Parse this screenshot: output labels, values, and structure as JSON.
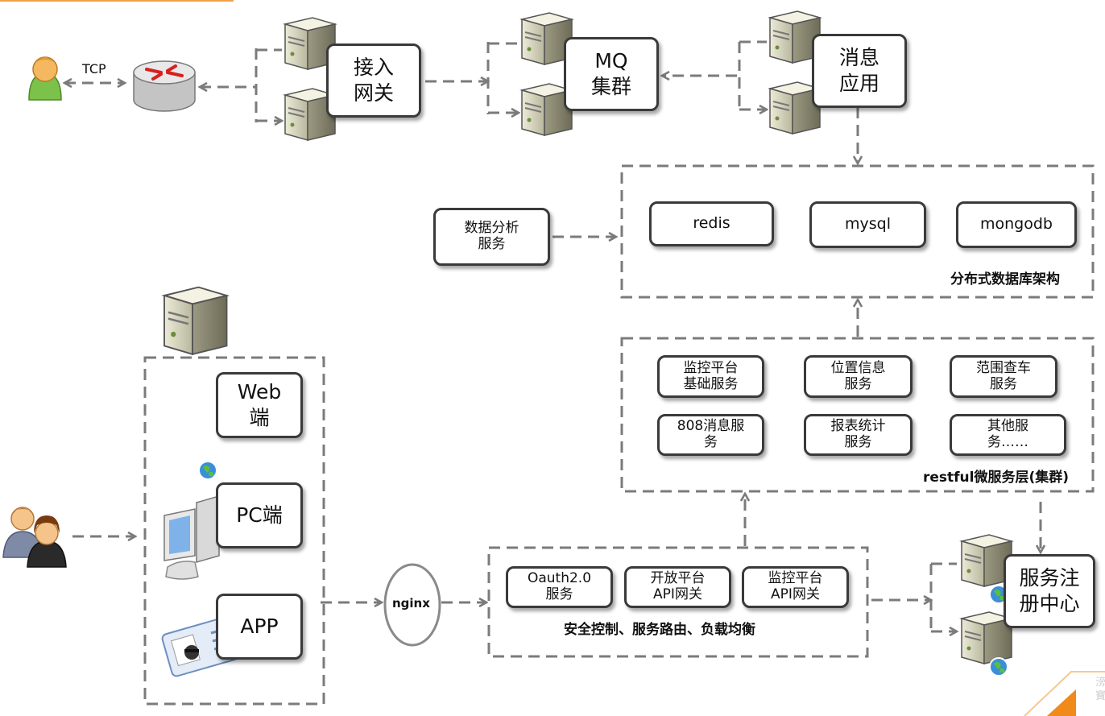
{
  "tcp_label": "TCP",
  "gateway": {
    "label": "接入\n网关"
  },
  "mq": {
    "label": "MQ\n集群"
  },
  "msg_app": {
    "label": "消息\n应用"
  },
  "db_layer": {
    "items": [
      "redis",
      "mysql",
      "mongodb"
    ],
    "caption": "分布式数据库架构"
  },
  "analytics": {
    "label": "数据分析\n服务"
  },
  "microservices": {
    "items": [
      "监控平台\n基础服务",
      "位置信息\n服务",
      "范围查车\n服务",
      "808消息服\n务",
      "报表统计\n服务",
      "其他服\n务……"
    ],
    "caption": "restful微服务层(集群)"
  },
  "clients": {
    "web": "Web\n端",
    "pc": "PC端",
    "app": "APP"
  },
  "nginx": {
    "label": "nginx"
  },
  "api_layer": {
    "items": [
      "Oauth2.0\n服务",
      "开放平台\nAPI网关",
      "监控平台\nAPI网关"
    ],
    "caption": "安全控制、服务路由、负载均衡"
  },
  "registry": {
    "label": "服务注\n册中心"
  },
  "watermark": [
    "滂",
    "寶"
  ],
  "colors": {
    "line": "#7b7b7b",
    "box_border": "#3a3a3a",
    "accent": "#f0a34a"
  }
}
